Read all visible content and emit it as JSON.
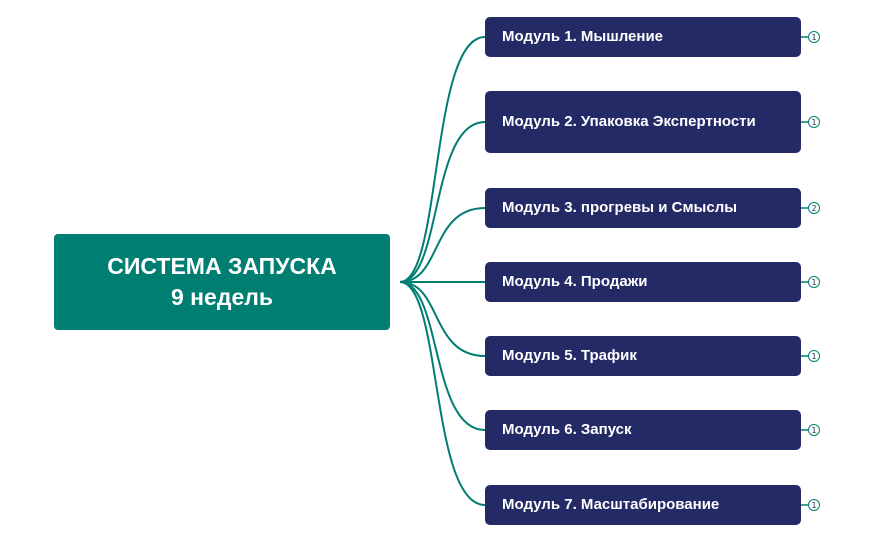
{
  "root": {
    "title": "СИСТЕМА ЗАПУСКА",
    "subtitle": "9 недель"
  },
  "modules": [
    {
      "label": "Модуль 1.  Мышление",
      "count": "1"
    },
    {
      "label": "Модуль 2. Упаковка Экспертности",
      "count": "1"
    },
    {
      "label": "Модуль 3. прогревы и Смыслы",
      "count": "2"
    },
    {
      "label": "Модуль 4. Продажи",
      "count": "1"
    },
    {
      "label": "Модуль 5. Трафик",
      "count": "1"
    },
    {
      "label": "Модуль 6. Запуск",
      "count": "1"
    },
    {
      "label": "Модуль 7. Масштабирование",
      "count": "1"
    }
  ],
  "colors": {
    "root_fill": "#007e72",
    "node_fill": "#242a66",
    "connector": "#007e72"
  }
}
